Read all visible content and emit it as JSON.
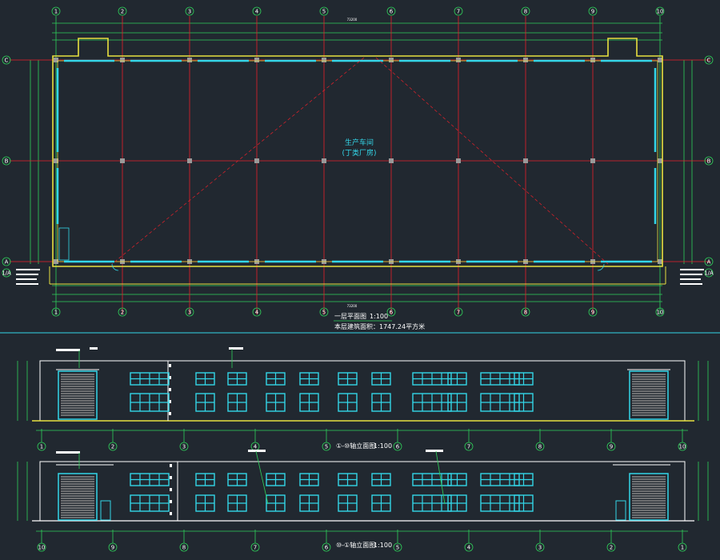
{
  "plan": {
    "axes_top": [
      "1",
      "2",
      "3",
      "4",
      "5",
      "6",
      "7",
      "8",
      "9",
      "10"
    ],
    "rows": [
      "C",
      "B",
      "A"
    ],
    "room_name": "生产车间",
    "room_class": "(丁类厂房)",
    "title": "一层平面图",
    "scale": "1:100",
    "area_note": "本层建筑面积：1747.24平方米"
  },
  "elev1": {
    "axes": [
      "1",
      "2",
      "3",
      "4",
      "5",
      "6",
      "7",
      "8",
      "9",
      "10"
    ],
    "title": "①-⑩轴立面图",
    "scale": "1:100"
  },
  "elev2": {
    "axes": [
      "10",
      "9",
      "8",
      "7",
      "6",
      "5",
      "4",
      "3",
      "2",
      "1"
    ],
    "title": "⑩-①轴立面图",
    "scale": "1:100"
  },
  "colors": {
    "background": "#212830",
    "grid_red": "#e8202a",
    "wall_yellow": "#e8e040",
    "window_cyan": "#33d6e8",
    "axis_green": "#2fd05a",
    "text_white": "#ffffff"
  }
}
